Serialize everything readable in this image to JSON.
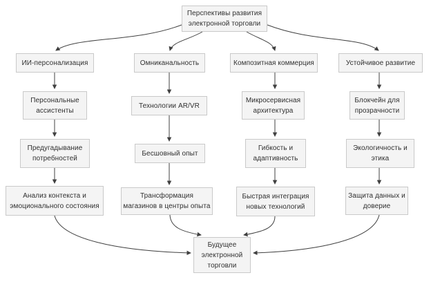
{
  "flowchart": {
    "root": "Перспективы развития\nэлектронной торговли",
    "branches": [
      {
        "head": "ИИ-персонализация",
        "steps": [
          "Персональные\nассистенты",
          "Предугадывание\nпотребностей",
          "Анализ контекста и\nэмоционального состояния"
        ]
      },
      {
        "head": "Омниканальность",
        "steps": [
          "Технологии AR/VR",
          "Бесшовный опыт",
          "Трансформация\nмагазинов в центры опыта"
        ]
      },
      {
        "head": "Композитная коммерция",
        "steps": [
          "Микросервисная\nархитектура",
          "Гибкость и\nадаптивность",
          "Быстрая интеграция\nновых технологий"
        ]
      },
      {
        "head": "Устойчивое развитие",
        "steps": [
          "Блокчейн для\nпрозрачности",
          "Экологичность и\nэтика",
          "Защита данных и\nдоверие"
        ]
      }
    ],
    "sink": "Будущее\nэлектронной\nторговли",
    "colors": {
      "background": "#ffffff",
      "node_fill": "#f4f4f4",
      "node_border": "#c9c9c9",
      "edge": "#404040",
      "text": "#2f2f2f"
    }
  }
}
